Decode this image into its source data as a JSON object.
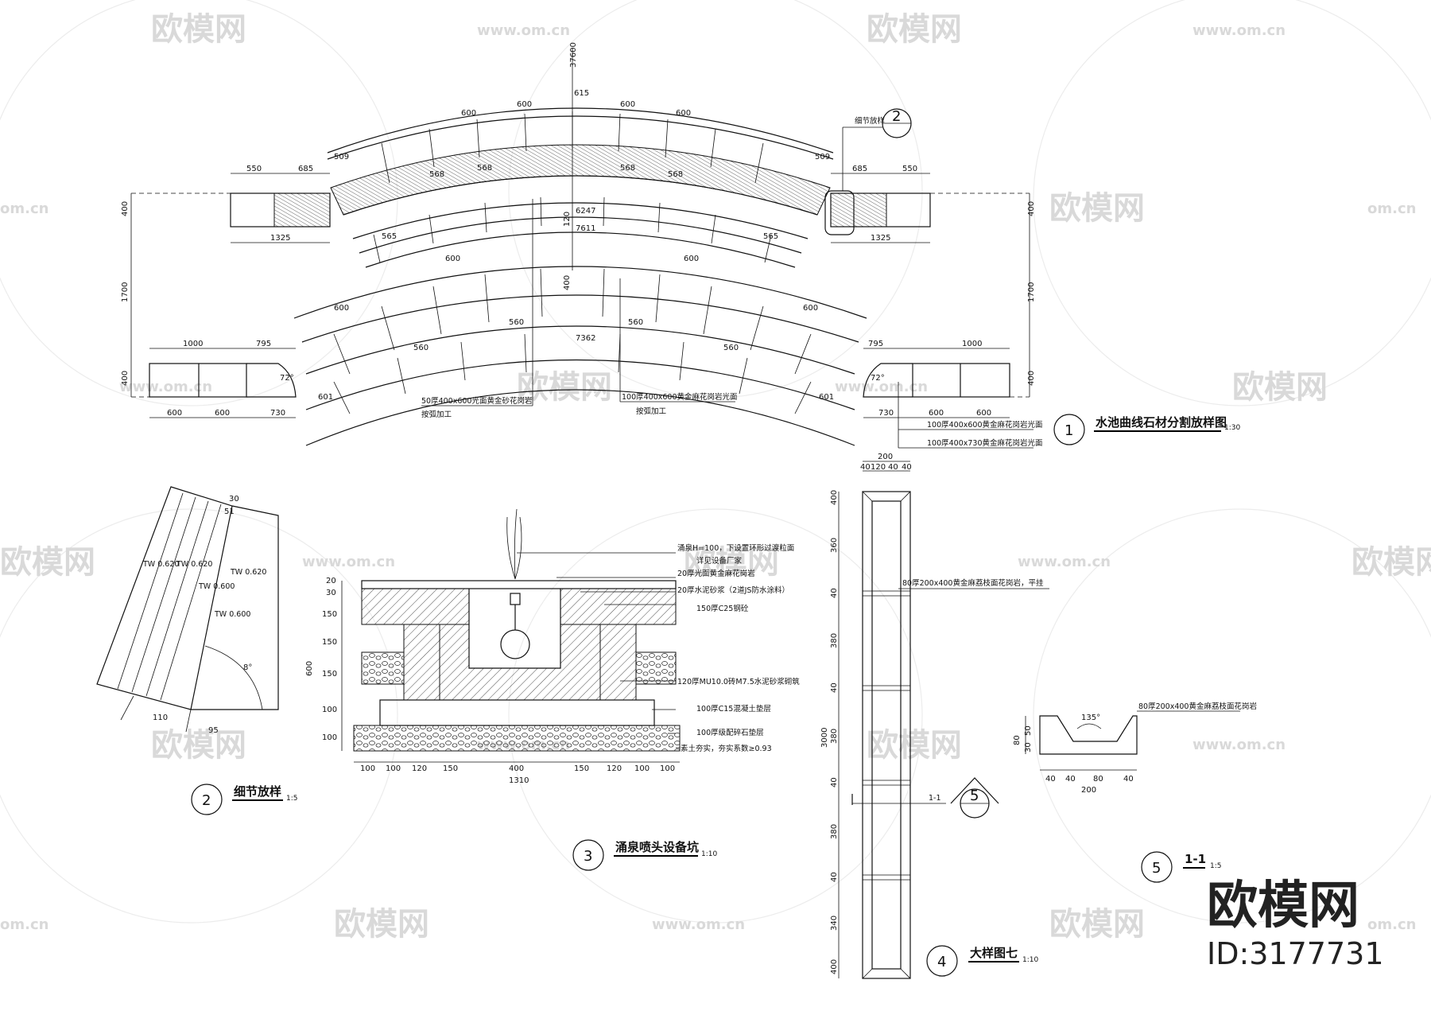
{
  "watermark": {
    "brand": "欧模网",
    "site": "www.om.cn",
    "site_short": "om.cn",
    "id_text": "ID:3177731",
    "color": "#d9d9d9"
  },
  "plan": {
    "callout_num": "1",
    "title": "水池曲线石材分割放样图",
    "scale": "1:30",
    "detail_ref_num": "2",
    "detail_ref_label": "细节放样",
    "dims": {
      "total_top": "37600",
      "top_left_550": "550",
      "top_left_685": "685",
      "top_right_685": "685",
      "top_right_550": "550",
      "side_400": "400",
      "side_1700": "1700",
      "left_1325": "1325",
      "right_1325": "1325",
      "left_1000": "1000",
      "left_795": "795",
      "right_795": "795",
      "right_1000": "1000",
      "bot_600a": "600",
      "bot_600b": "600",
      "bot_730": "730",
      "bot_730r": "730",
      "bot_600r": "600",
      "bot_600r2": "600",
      "arc_615": "615",
      "arc_6247": "6247",
      "arc_7611": "7611",
      "arc_7362": "7362",
      "arc_400": "400",
      "arc_120": "120",
      "outer_600": "600",
      "row_568": "568",
      "row_565": "565",
      "row_560": "560",
      "row_601": "601",
      "row_509": "509",
      "angle_72": "72°"
    },
    "notes": {
      "left_note": "50厚400x600光面黄金砂花岗岩",
      "left_note2": "按弧加工",
      "mid_note": "100厚400x600黄金麻花岗岩光面",
      "mid_note2": "按弧加工",
      "right_note1": "100厚400x600黄金麻花岗岩光面",
      "right_note2": "100厚400x730黄金麻花岗岩光面"
    }
  },
  "detail2": {
    "callout_num": "2",
    "title": "细节放样",
    "scale": "1:5",
    "levels": [
      "TW 0.620",
      "TW 0.620",
      "TW 0.600",
      "TW 0.620",
      "TW 0.600"
    ],
    "dims": {
      "d30": "30",
      "d51": "51",
      "d110": "110",
      "d95": "95",
      "angle": "8°"
    }
  },
  "detail3": {
    "callout_num": "3",
    "title": "涌泉喷头设备坑",
    "scale": "1:10",
    "left_dims": [
      "20",
      "30",
      "150",
      "150",
      "150",
      "100",
      "100"
    ],
    "total_left": "600",
    "bottom_dims": [
      "100",
      "100",
      "120",
      "150",
      "400",
      "150",
      "120",
      "100",
      "100"
    ],
    "total_bottom": "1310",
    "notes": [
      "涌泉H=100，下设置环形过渡粒面",
      "详见设备厂家",
      "20厚光面黄金麻花岗岩",
      "20厚水泥砂浆（2道JS防水涂料）",
      "150厚C25钢砼",
      "120厚MU10.0砖M7.5水泥砂浆砌筑",
      "100厚C15混凝土垫层",
      "100厚级配碎石垫层",
      "素土夯实，夯实系数≥0.93"
    ]
  },
  "detail4": {
    "callout_num": "4",
    "title": "大样图七",
    "scale": "1:10",
    "top_dims": [
      "40",
      "120",
      "40",
      "40"
    ],
    "total_top": "200",
    "left_dims": [
      "400",
      "360",
      "40",
      "380",
      "40",
      "380",
      "40",
      "380",
      "40",
      "340",
      "400"
    ],
    "total_left": "3000",
    "note": "80厚200x400黄金麻荔枝面花岗岩，平挂",
    "section_label": "1-1",
    "section_ref": "5"
  },
  "detail5": {
    "callout_num": "5",
    "title": "1-1",
    "scale": "1:5",
    "note": "80厚200x400黄金麻荔枝面花岗岩",
    "left_dims": [
      "80",
      "30",
      "50"
    ],
    "bottom_dims": [
      "40",
      "40",
      "80",
      "40"
    ],
    "total_bottom": "200",
    "angle": "135°"
  }
}
